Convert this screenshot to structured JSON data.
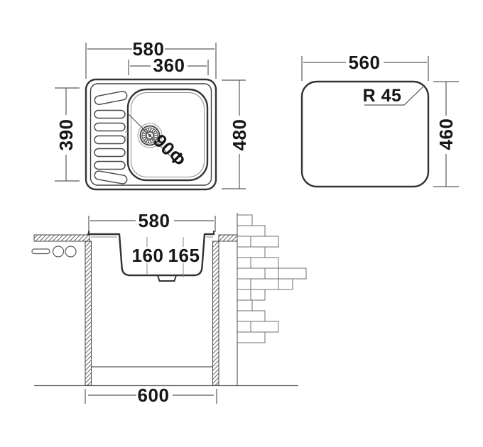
{
  "drawing": {
    "type": "kitchen-sink-technical-drawing",
    "background_color": "#ffffff",
    "line_color": "#3f3f3f",
    "text_color": "#161616",
    "views": {
      "plan": {
        "dim_overall_width": "580",
        "dim_bowl_width": "360",
        "dim_drainer_depth": "390",
        "dim_overall_depth": "480",
        "dim_drain_diameter": "90Φ"
      },
      "cutout": {
        "dim_width": "560",
        "dim_height": "460",
        "corner_radius_label": "R 45"
      },
      "section": {
        "dim_top_width": "580",
        "dim_bowl_depth": "160",
        "dim_drain_depth": "165",
        "dim_cabinet_width": "600"
      }
    }
  }
}
